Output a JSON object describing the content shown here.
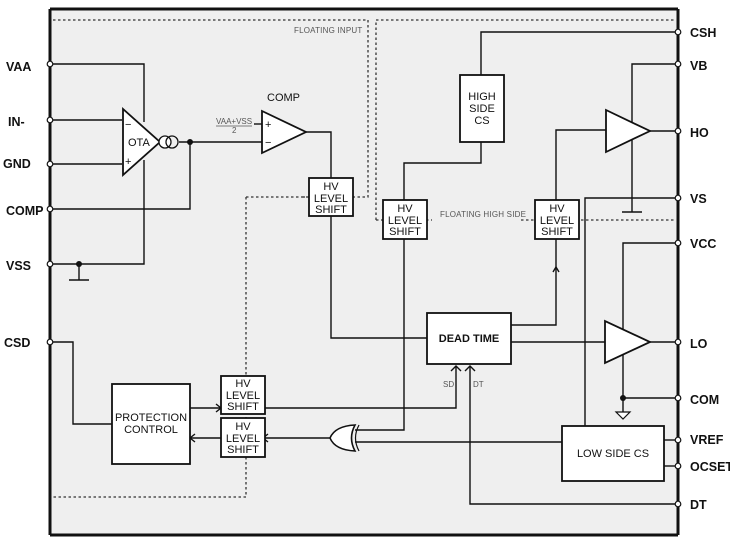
{
  "diagram": {
    "left_pins": [
      "VAA",
      "IN-",
      "GND",
      "COMP",
      "VSS",
      "CSD"
    ],
    "right_pins": [
      "CSH",
      "VB",
      "HO",
      "VS",
      "VCC",
      "LO",
      "COM",
      "VREF",
      "OCSET",
      "DT"
    ],
    "regions": {
      "floating_input": "FLOATING INPUT",
      "floating_high_side": "FLOATING HIGH SIDE"
    },
    "blocks": {
      "ota": "OTA",
      "comp_label": "COMP",
      "comp_ref_num": "VAA+VSS",
      "comp_ref_den": "2",
      "hv_level_shift": [
        "HV",
        "LEVEL",
        "SHIFT"
      ],
      "high_side_cs": [
        "HIGH",
        "SIDE",
        "CS"
      ],
      "dead_time": "DEAD TIME",
      "dead_time_inputs": [
        "SD",
        "DT"
      ],
      "protection_control": [
        "PROTECTION",
        "CONTROL"
      ],
      "low_side_cs": "LOW SIDE CS"
    },
    "opamp_signs": {
      "minus": "−",
      "plus": "+"
    }
  }
}
